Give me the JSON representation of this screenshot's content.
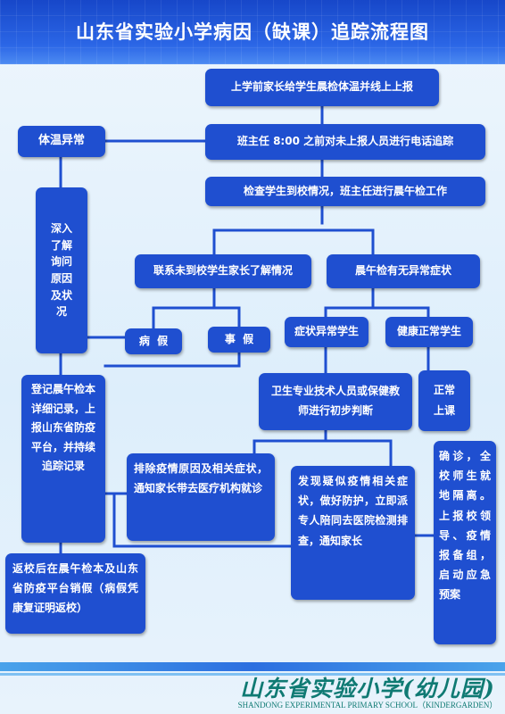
{
  "title": "山东省实验小学病因（缺课）追踪流程图",
  "nodes": {
    "n1": "上学前家长给学生晨检体温并线上上报",
    "n2": "班主任 8:00 之前对未上报人员进行电话追踪",
    "temp_abnormal": "体温异常",
    "n3": "检查学生到校情况，班主任进行晨午检工作",
    "inquire": "深入\n了解\n询问\n原因\n及状\n况",
    "contact": "联系未到校学生家长了解情况",
    "check_symptom": "晨午检有无异常症状",
    "sick_leave": "病  假",
    "personal_leave": "事  假",
    "symptom_abnormal": "症状异常学生",
    "healthy": "健康正常学生",
    "record": "登记晨午检本详细记录，上报山东省防疫平台，并持续追踪记录",
    "health_staff": "卫生专业技术人员或保健教师进行初步判断",
    "normal_attend": "正常\n上课",
    "exclude": "排除疫情原因及相关症状，通知家长带去医疗机构就诊",
    "suspected": "发现疑似疫情相关症状，做好防护，立即派专人陪同去医院检测排查，通知家长",
    "confirmed": "确诊，全校师生就地隔离。上报校领导、疫情报备组，启动应急预案",
    "return": "返校后在晨午检本及山东省防疫平台销假（病假凭康复证明返校）"
  },
  "footer": {
    "school_name": "山东省实验小学(幼儿园)",
    "school_name_en": "SHANDONG EXPERIMENTAL PRIMARY SCHOOL（KINDERGARDEN）"
  },
  "colors": {
    "box": "#1f4fd0",
    "connector": "#1f4fd0",
    "header": "#1747c9",
    "footer_text": "#0f7a73"
  }
}
